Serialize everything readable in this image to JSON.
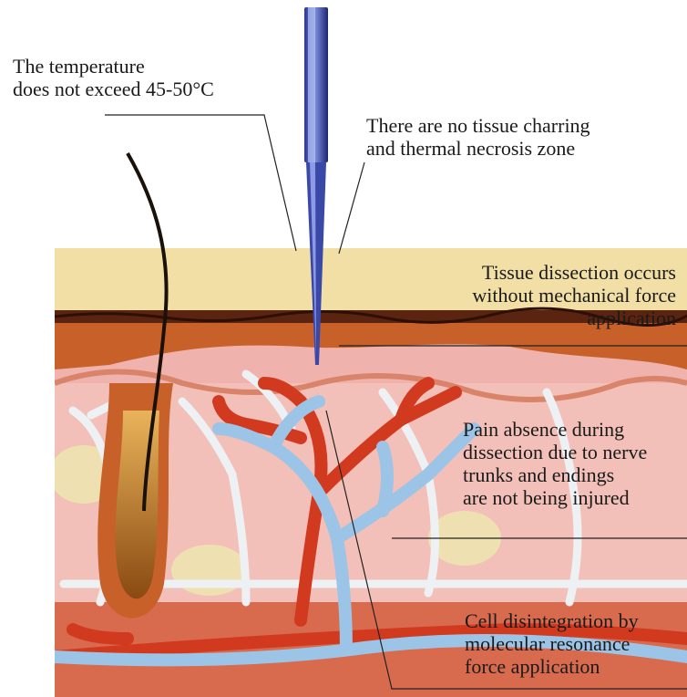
{
  "labels": {
    "temperature": [
      "The temperature",
      "does not exceed 45-50°C"
    ],
    "no_charring": [
      "There are no tissue charring",
      "and thermal necrosis zone"
    ],
    "dissection": [
      "Tissue dissection occurs",
      "without mechanical force",
      "application"
    ],
    "pain": [
      "Pain absence during",
      "dissection due to nerve",
      "trunks and endings",
      "are not being injured"
    ],
    "cell": [
      "Cell disintegration by",
      "molecular resonance",
      "force application"
    ]
  },
  "colors": {
    "epidermis": "#f1dfa6",
    "dermis_top": "#c8602a",
    "dermis": "#efb2ad",
    "artery": "#d23a20",
    "vein": "#9cc4e6",
    "nerve": "#e8ecef",
    "fat": "#eee0b0",
    "probe": "#3a48a8"
  }
}
